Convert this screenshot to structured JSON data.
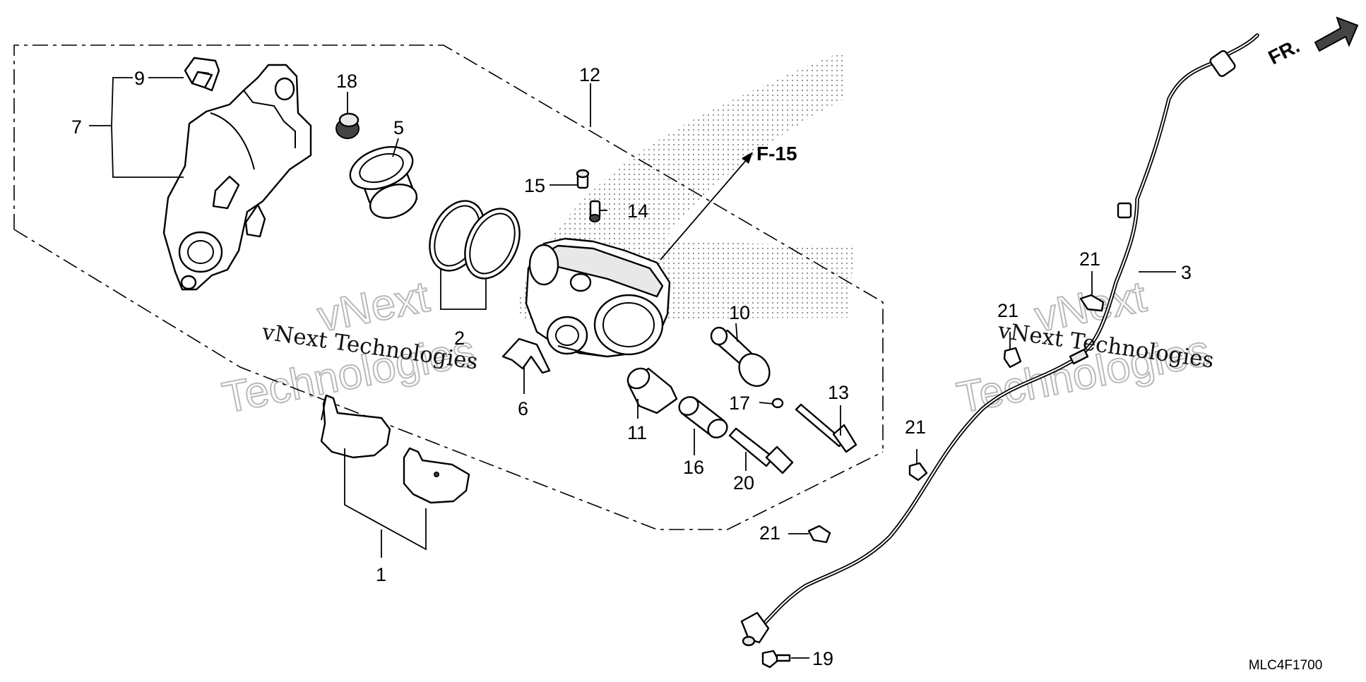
{
  "diagram": {
    "callouts": [
      {
        "id": "c1",
        "label": "1"
      },
      {
        "id": "c2",
        "label": "2"
      },
      {
        "id": "c3",
        "label": "3"
      },
      {
        "id": "c5",
        "label": "5"
      },
      {
        "id": "c6",
        "label": "6"
      },
      {
        "id": "c7",
        "label": "7"
      },
      {
        "id": "c9",
        "label": "9"
      },
      {
        "id": "c10",
        "label": "10"
      },
      {
        "id": "c11",
        "label": "11"
      },
      {
        "id": "c12",
        "label": "12"
      },
      {
        "id": "c13",
        "label": "13"
      },
      {
        "id": "c14",
        "label": "14"
      },
      {
        "id": "c15",
        "label": "15"
      },
      {
        "id": "c16",
        "label": "16"
      },
      {
        "id": "c17",
        "label": "17"
      },
      {
        "id": "c18",
        "label": "18"
      },
      {
        "id": "c19",
        "label": "19"
      },
      {
        "id": "c20",
        "label": "20"
      },
      {
        "id": "c21a",
        "label": "21"
      },
      {
        "id": "c21b",
        "label": "21"
      },
      {
        "id": "c21c",
        "label": "21"
      },
      {
        "id": "c21d",
        "label": "21"
      }
    ],
    "reference_label": "F-15",
    "direction_label": "FR.",
    "diagram_code": "MLC4F1700",
    "watermark": {
      "brand": "vNext",
      "name": "Technologies",
      "full": "vNext Technologies"
    }
  }
}
